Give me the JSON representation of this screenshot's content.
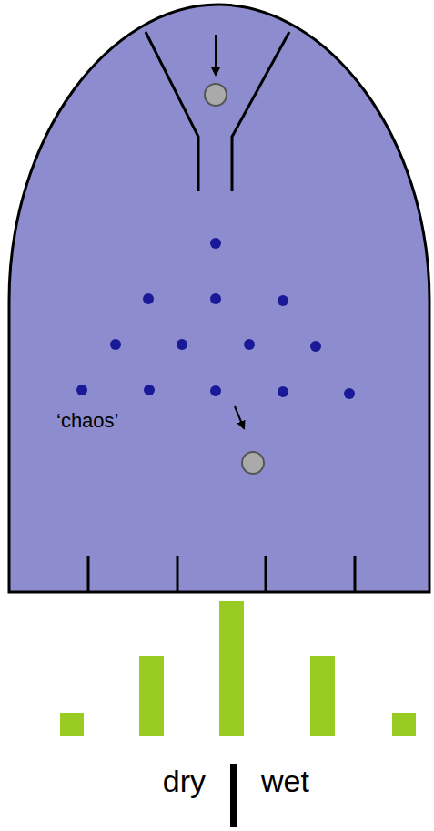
{
  "diagram": {
    "labels": [
      "‘chaos’",
      "dry",
      "wet"
    ]
  }
}
